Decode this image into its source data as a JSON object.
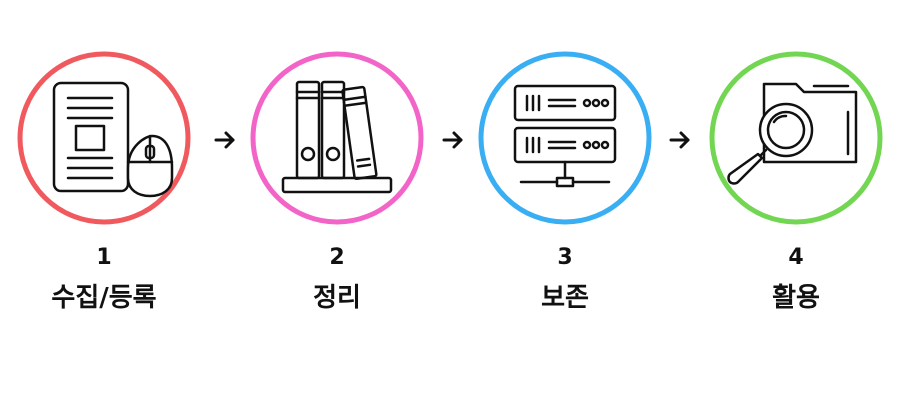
{
  "steps": [
    {
      "number": "1",
      "label": "수집/등록",
      "ring_color": "#f05a5f",
      "icon": "document-mouse-icon"
    },
    {
      "number": "2",
      "label": "정리",
      "ring_color": "#f364c8",
      "icon": "binders-shelf-icon"
    },
    {
      "number": "3",
      "label": "보존",
      "ring_color": "#3aaef2",
      "icon": "server-rack-icon"
    },
    {
      "number": "4",
      "label": "활용",
      "ring_color": "#72d653",
      "icon": "folder-search-icon"
    }
  ],
  "arrow_icon": "arrow-right-icon"
}
